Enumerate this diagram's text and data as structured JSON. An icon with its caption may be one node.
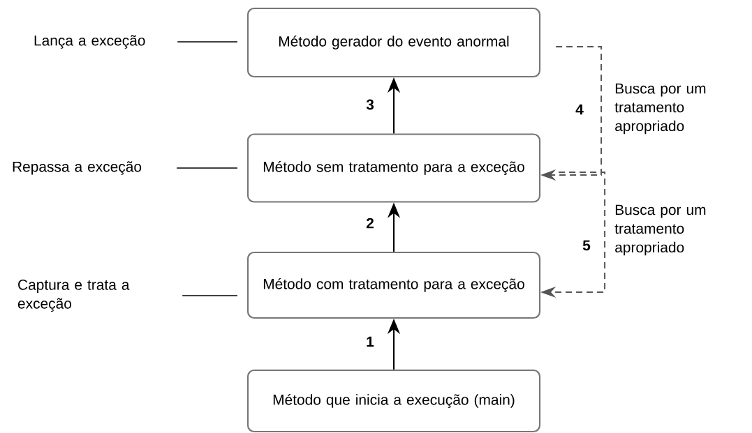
{
  "diagram": {
    "nodes": [
      {
        "text": [
          "Método gerador do evento anormal"
        ]
      },
      {
        "text": [
          "Método sem tratamento para a exceção"
        ]
      },
      {
        "text": [
          "Método com tratamento para a exceção"
        ]
      },
      {
        "text": [
          "Método que inicia a execução (main)"
        ]
      },
      {
        "text": [
          "Lança a exceção"
        ]
      },
      {
        "text": [
          "Repassa a exceção"
        ]
      },
      {
        "text": [
          "Captura e trata a exceção"
        ]
      }
    ],
    "edges": [
      {
        "from": 3,
        "to": 2,
        "arrow": "to",
        "label": "1"
      },
      {
        "from": 2,
        "to": 1,
        "arrow": "to",
        "label": "2"
      },
      {
        "from": 1,
        "to": 0,
        "arrow": "to",
        "label": "3"
      },
      {
        "from": 0,
        "to": 1,
        "arrow": "to",
        "label": "4",
        "style": "dashed",
        "color": "#555555"
      },
      {
        "from": 1,
        "to": 2,
        "arrow": "to",
        "label": "5",
        "style": "dashed",
        "color": "#555555"
      },
      {
        "from": 4,
        "to": 0,
        "arrow": "none"
      },
      {
        "from": 5,
        "to": 1,
        "arrow": "none"
      },
      {
        "from": 6,
        "to": 2,
        "arrow": "none"
      }
    ],
    "labels": [
      "Busca por um tratamento apropriado",
      "Busca por um tratamento apropriado"
    ]
  }
}
